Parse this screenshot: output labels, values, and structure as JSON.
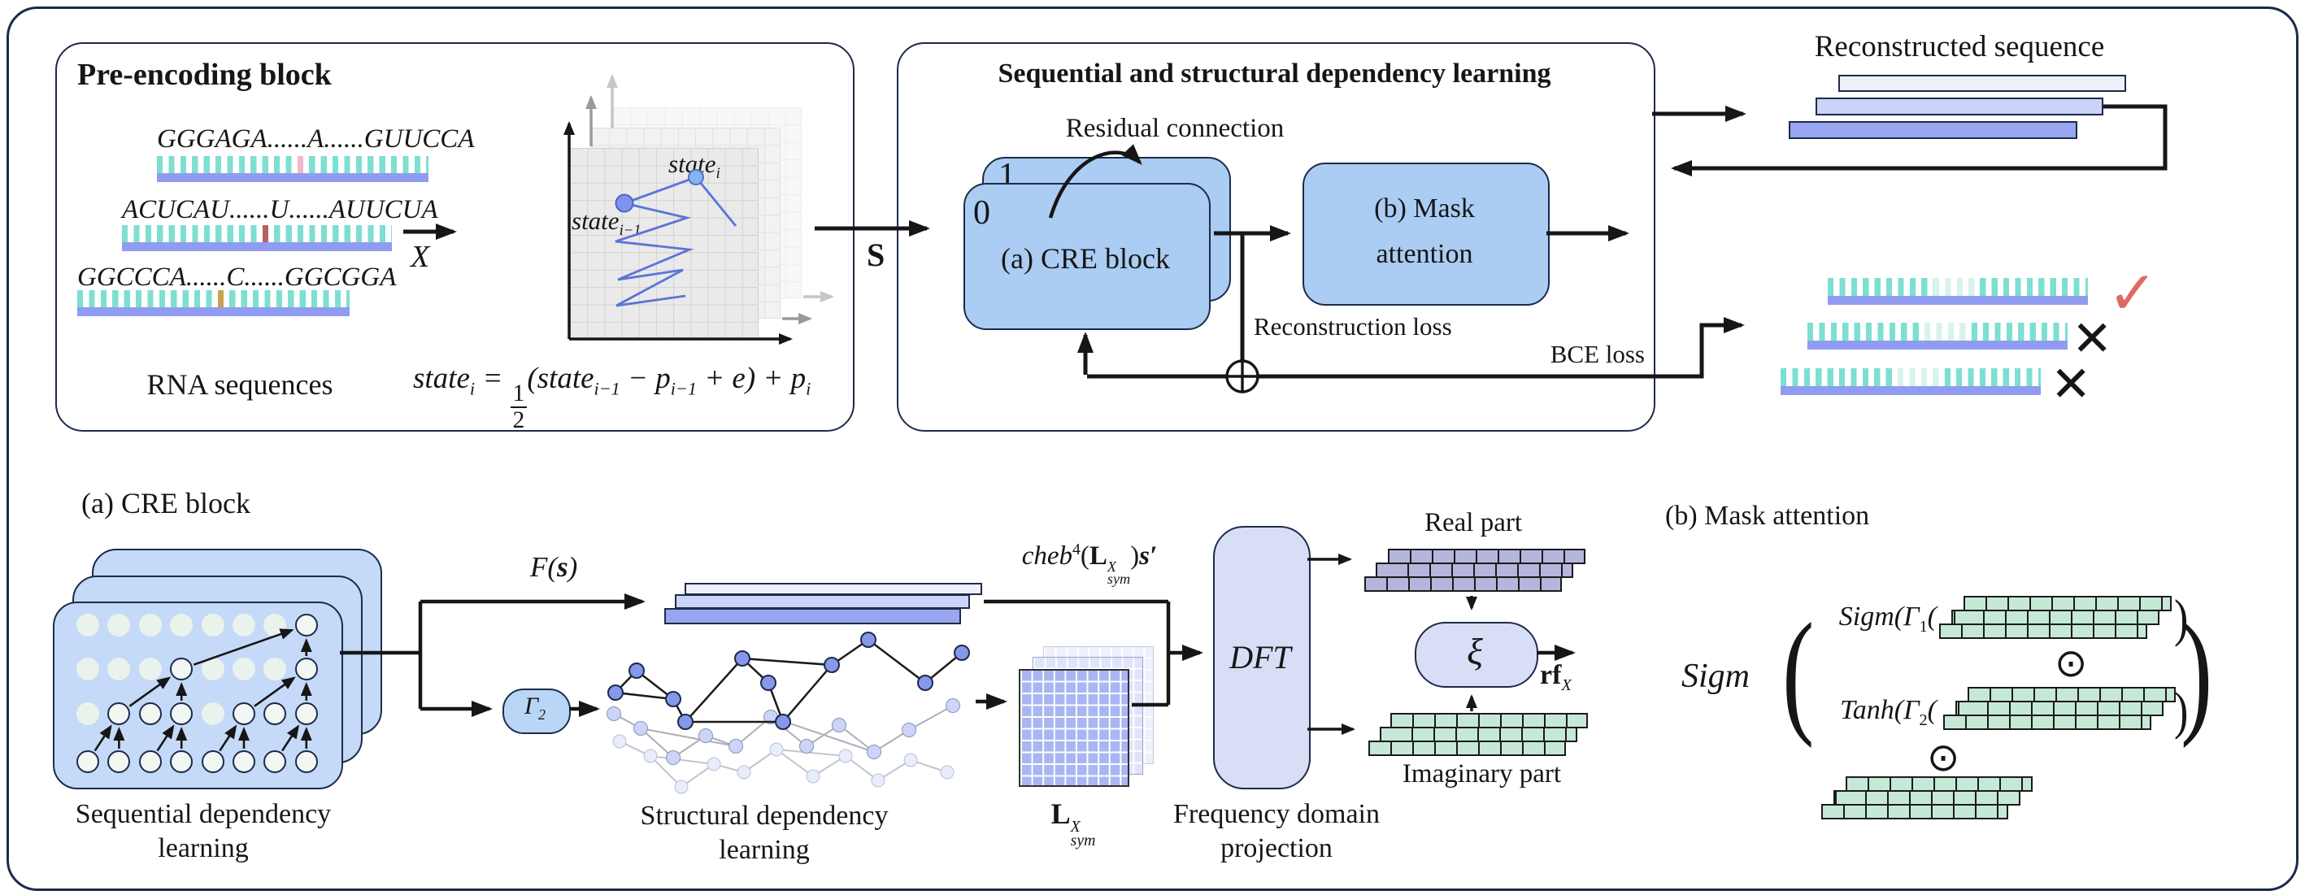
{
  "colors": {
    "box_blue": "#abccf3",
    "panel_blue": "#c5d9f8",
    "pill_blue": "#b9d6f6",
    "lavender": "#d9def7",
    "bar_dark": "#98a5ef",
    "bar_mid": "#ccd3f8",
    "bar_light": "#eef1fc",
    "teal": "#7ddfd2",
    "teal_faded": "#d8f3ed",
    "seq_bar": "#8f9cf0",
    "tick_pink": "#f3b8c6",
    "tick_red": "#b5635f",
    "tick_gold": "#c9a352",
    "brick_purple": "#b6b5dc",
    "brick_green": "#c6e8d7",
    "matrix_blue": "#a9b6f2",
    "check_red": "#dd6b63",
    "ink": "#161616",
    "border_navy": "#1c2b4a"
  },
  "pre": {
    "title": "Pre-encoding block",
    "seq1": "GGGAGA......A......GUUCCA",
    "seq2": "ACUCAU......U......AUUCUA",
    "seq3": "GGCCCA......C......GGCGGA",
    "caption": "RNA sequences",
    "x": "X",
    "state_i": {
      "base": "state",
      "sub": "i"
    },
    "state_prev": {
      "base": "state",
      "sub": "i−1"
    },
    "formula": {
      "lhs": "state",
      "lhs_sub": "i",
      "eq": " = ",
      "num": "1",
      "den": "2",
      "p1": "(state",
      "p1_sub": "i−1",
      "p2": " − p",
      "p2_sub": "i−1",
      "p3": " + e) + p",
      "p3_sub": "i"
    }
  },
  "dep": {
    "title": "Sequential and structural dependency learning",
    "s": "S",
    "residual": "Residual connection",
    "n1": "1",
    "n0": "0",
    "cre": "(a) CRE block",
    "mask1": "(b) Mask",
    "mask2": "attention",
    "recon_loss": "Reconstruction loss",
    "bce_loss": "BCE loss"
  },
  "recon": {
    "title": "Reconstructed sequence",
    "check": "✓",
    "cross": "✕"
  },
  "cre": {
    "title": "(a) CRE block",
    "cap1": "Sequential dependency",
    "cap2": "learning",
    "fs": {
      "pre": "F(",
      "arg": "s",
      "post": ")"
    },
    "gamma": {
      "base": "Γ",
      "sub": "2"
    },
    "scap1": "Structural dependency",
    "scap2": "learning",
    "cheb": {
      "a": "cheb",
      "sup": "4",
      "b": "(",
      "L": "L",
      "Lsup": "X",
      "Lsub": "sym",
      "c": ")",
      "d": "s′"
    },
    "mat": {
      "L": "L",
      "sup": "X",
      "sub": "sym"
    },
    "dft": "DFT",
    "fcap1": "Frequency domain",
    "fcap2": "projection",
    "real": "Real part",
    "imag": "Imaginary part",
    "xi": "ξ",
    "rf": {
      "base": "rf",
      "sub": "X"
    },
    "panel_pattern": [
      [
        0,
        0,
        0,
        0,
        0,
        0,
        0,
        1
      ],
      [
        0,
        0,
        0,
        1,
        0,
        0,
        0,
        1
      ],
      [
        0,
        1,
        1,
        1,
        0,
        1,
        1,
        1
      ],
      [
        1,
        1,
        1,
        1,
        1,
        1,
        1,
        1
      ]
    ],
    "panel_arrows": [
      [
        3,
        0,
        2,
        1
      ],
      [
        3,
        1,
        2,
        1
      ],
      [
        3,
        2,
        2,
        3
      ],
      [
        3,
        3,
        2,
        3
      ],
      [
        3,
        4,
        2,
        5
      ],
      [
        3,
        5,
        2,
        5
      ],
      [
        3,
        6,
        2,
        7
      ],
      [
        3,
        7,
        2,
        7
      ],
      [
        2,
        1,
        1,
        3
      ],
      [
        2,
        3,
        1,
        3
      ],
      [
        2,
        5,
        1,
        7
      ],
      [
        2,
        7,
        1,
        7
      ],
      [
        1,
        3,
        0,
        7
      ],
      [
        1,
        7,
        0,
        7
      ]
    ]
  },
  "mask": {
    "title": "(b) Mask attention",
    "sigm": "Sigm",
    "po": "(",
    "pc": ")",
    "r1": {
      "pre": "Sigm(Γ",
      "sub": "1",
      "open": "(",
      "close": ")"
    },
    "odot": "⊙",
    "r2": {
      "pre": "Tanh(Γ",
      "sub": "2",
      "open": "(",
      "close": ")"
    }
  }
}
